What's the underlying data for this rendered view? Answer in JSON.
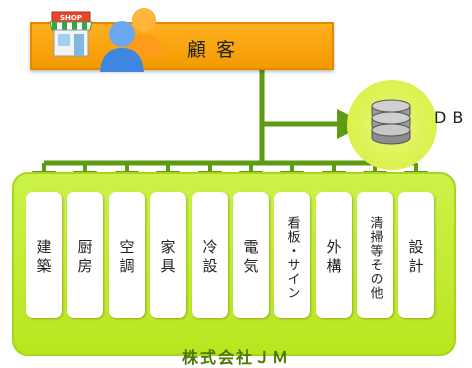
{
  "customer": {
    "label": "顧客",
    "shop_sign": "SHOP"
  },
  "database": {
    "label": "DB"
  },
  "company": {
    "label": "株式会社ＪＭ"
  },
  "departments": [
    {
      "label": "建築"
    },
    {
      "label": "厨房"
    },
    {
      "label": "空調"
    },
    {
      "label": "家具"
    },
    {
      "label": "冷設"
    },
    {
      "label": "電気"
    },
    {
      "label": "看板・サイン"
    },
    {
      "label": "外構"
    },
    {
      "label": "清掃等その他"
    },
    {
      "label": "設計"
    }
  ],
  "colors": {
    "customer_bar": "#f39a00",
    "company_panel": "#b9e61e",
    "arrow": "#5f9b12",
    "db_circle": "#d7ee3a"
  }
}
